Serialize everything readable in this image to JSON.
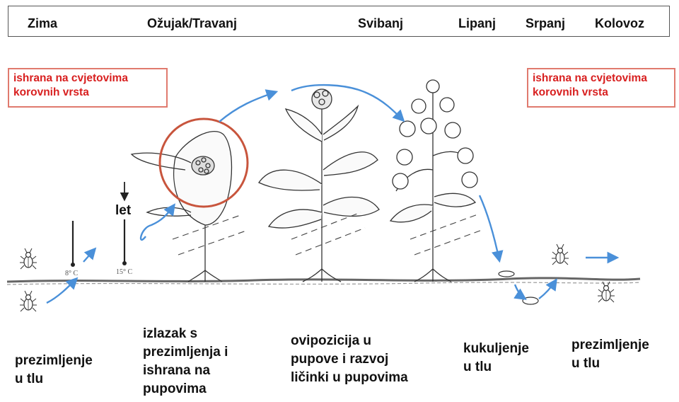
{
  "months": [
    "Zima",
    "Ožujak/Travanj",
    "Svibanj",
    "Lipanj",
    "Srpanj",
    "Kolovoz"
  ],
  "feeding_left": [
    "ishrana na cvjetovima",
    "korovnih vrsta"
  ],
  "feeding_right": [
    "ishrana na cvjetovima",
    "korovnih vrsta"
  ],
  "flight_label": "let",
  "temperatures": [
    "8° C",
    "15° C"
  ],
  "stages": [
    {
      "lines": [
        "prezimljenje",
        "u tlu"
      ]
    },
    {
      "lines": [
        "izlazak s",
        "prezimljenja i",
        "ishrana na",
        "pupovima"
      ]
    },
    {
      "lines": [
        "ovipozicija u",
        "pupove i razvoj",
        "ličinki u pupovima"
      ]
    },
    {
      "lines": [
        "kukuljenje",
        "u tlu"
      ]
    },
    {
      "lines": [
        "prezimljenje",
        "u tlu"
      ]
    }
  ],
  "colors": {
    "arrow": "#4a90d9",
    "highlight": "#c8553d",
    "feeding_text": "#d81f1f"
  }
}
